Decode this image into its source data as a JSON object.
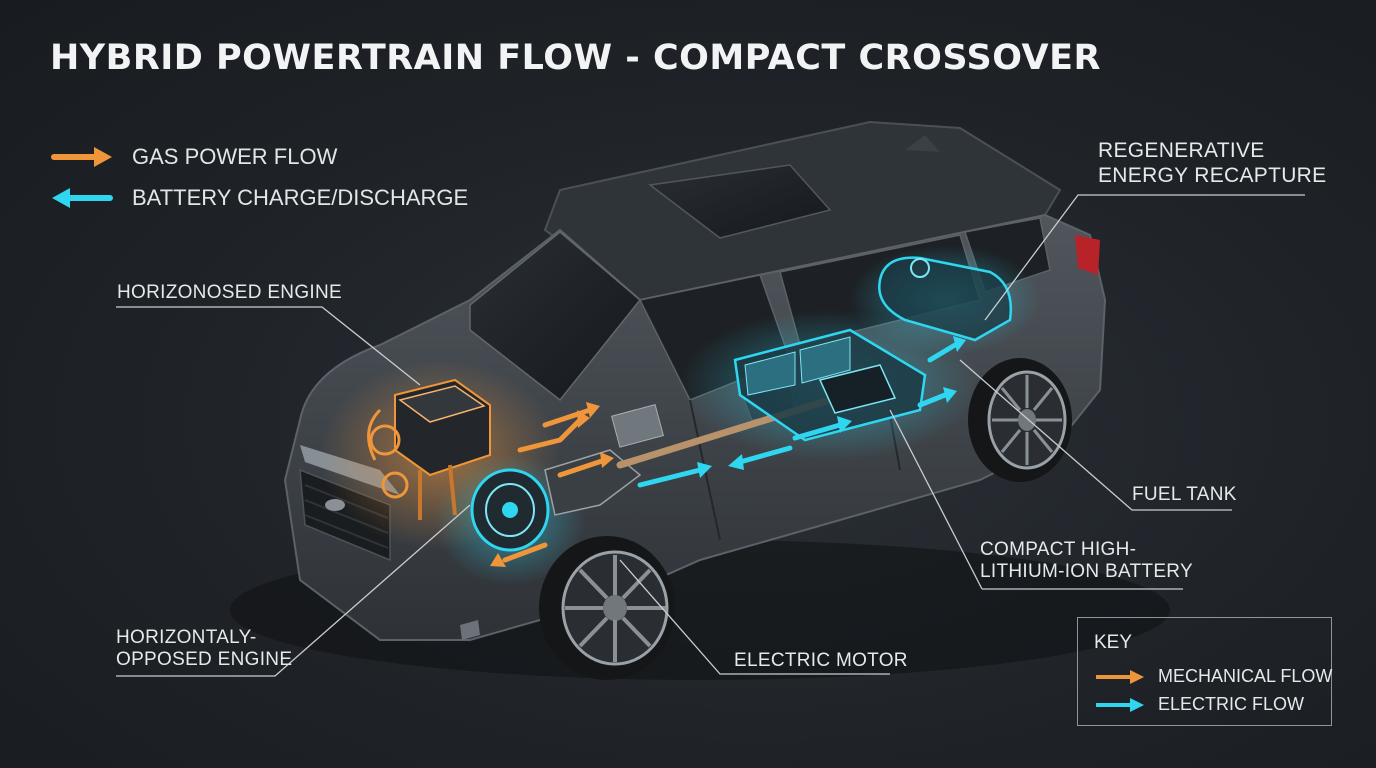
{
  "title": "HYBRID POWERTRAIN FLOW - COMPACT CROSSOVER",
  "legend": {
    "gas_power_flow": "GAS POWER FLOW",
    "battery_charge_discharge": "BATTERY CHARGE/DISCHARGE"
  },
  "callouts": {
    "horizonosed_engine": "HORIZONOSED ENGINE",
    "horizontaly_opposed_engine": "HORIZONTALY-\nOPPOSED ENGINE",
    "regenerative_energy": "REGENERATIVE\nENERGY RECAPTURE",
    "fuel_tank": "FUEL TANK",
    "battery": "COMPACT HIGH-\nLITHIUM-ION BATTERY",
    "electric_motor": "ELECTRIC MOTOR"
  },
  "key": {
    "title": "KEY",
    "mechanical_flow": "MECHANICAL FLOW",
    "electric_flow": "ELECTRIC FLOW"
  },
  "colors": {
    "gas_orange": "#f0963a",
    "electric_cyan": "#2fd6f0",
    "body": "#3b4046"
  }
}
